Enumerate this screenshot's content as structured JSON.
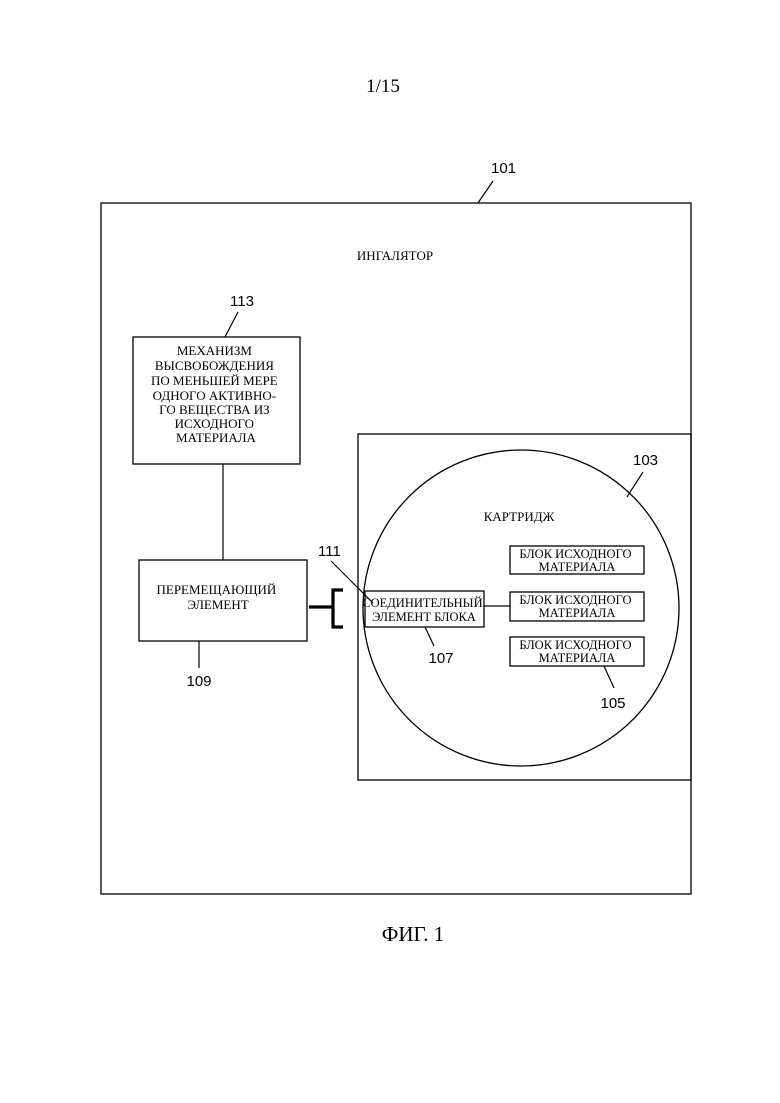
{
  "page_number": "1/15",
  "figure_caption": "ФИГ. 1",
  "inhaler": {
    "ref": "101",
    "label": "ИНГАЛЯТОР"
  },
  "release_mechanism": {
    "ref": "113",
    "lines": [
      "МЕХАНИЗМ",
      "ВЫСВОБОЖДЕНИЯ",
      "ПО МЕНЬШЕЙ МЕРЕ",
      "ОДНОГО АКТИВНО-",
      "ГО ВЕЩЕСТВА ИЗ",
      "ИСХОДНОГО",
      "МАТЕРИАЛА"
    ]
  },
  "moving_element": {
    "ref": "109",
    "lines": [
      "ПЕРЕМЕЩАЮЩИЙ",
      "ЭЛЕМЕНТ"
    ]
  },
  "coupling_ref": "111",
  "cartridge": {
    "ref": "103",
    "label": "КАРТРИДЖ"
  },
  "connector": {
    "ref": "107",
    "lines": [
      "СОЕДИНИТЕЛЬНЫЙ",
      "ЭЛЕМЕНТ БЛОКА"
    ]
  },
  "source_blocks": {
    "ref": "105",
    "items": [
      {
        "lines": [
          "БЛОК ИСХОДНОГО",
          "МАТЕРИАЛА"
        ]
      },
      {
        "lines": [
          "БЛОК ИСХОДНОГО",
          "МАТЕРИАЛА"
        ]
      },
      {
        "lines": [
          "БЛОК ИСХОДНОГО",
          "МАТЕРИАЛА"
        ]
      }
    ]
  }
}
